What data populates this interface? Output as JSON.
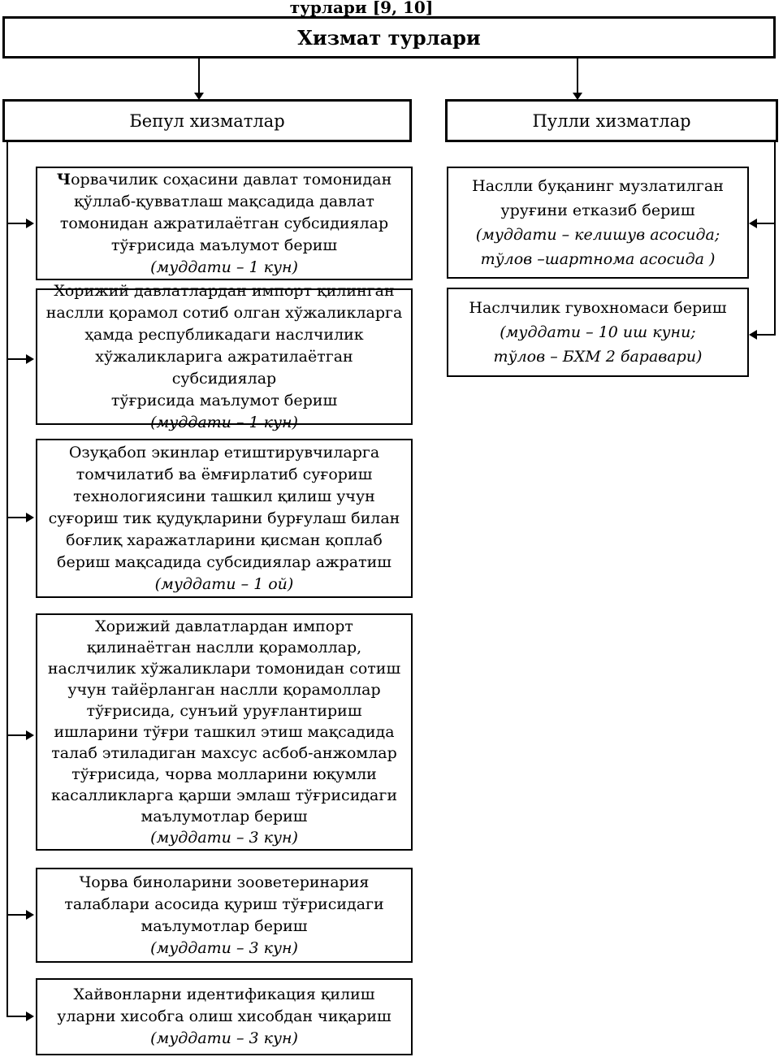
{
  "page": {
    "caption": "турлари [9, 10]",
    "title": "Хизмат турлари"
  },
  "colors": {
    "line": "#000000",
    "background": "#ffffff",
    "text": "#000000"
  },
  "columns": {
    "free": {
      "header": "Бепул хизматлар",
      "boxes": [
        {
          "lead": "Ч",
          "text": "орвачилик соҳасини давлат томонидан\nқўллаб-қувватлаш мақсадида давлат\nтомонидан ажратилаётган субсидиялар\nтўғрисида маълумот бериш",
          "note": "(муддати – 1 кун)"
        },
        {
          "text": "Хорижий давлатлардан импорт қилинган\nнаслли қорамол сотиб олган хўжаликларга\nҳамда республикадаги наслчилик\nхўжаликларига ажратилаётган субсидиялар\nтўғрисида маълумот бериш",
          "note": "(муддати – 1 кун)"
        },
        {
          "text": "Озуқабоп экинлар етиштирувчиларга\nтомчилатиб ва ёмғирлатиб суғориш\nтехнологиясини  ташкил қилиш учун\nсуғориш тик қудуқларини бурғулаш билан\nбоғлиқ харажатларини қисман қоплаб\nбериш мақсадида субсидиялар ажратиш",
          "note": "(муддати – 1 ой)"
        },
        {
          "text": "Хорижий давлатлардан импорт\nқилинаётган наслли қорамоллар,\nнаслчилик хўжаликлари томонидан сотиш\nучун тайёрланган наслли қорамоллар\nтўғрисида, сунъий уруғлантириш\nишларини тўғри ташкил этиш мақсадида\nталаб этиладиган махсус асбоб-анжомлар\nтўғрисида, чорва молларини юқумли\nкасалликларга қарши эмлаш тўғрисидаги\nмаълумотлар  бериш",
          "note": "(муддати – 3 кун)"
        },
        {
          "text": "Чорва биноларини зооветеринария\nталаблари асосида қуриш тўғрисидаги\nмаълумотлар бериш",
          "note": "(муддати – 3 кун)"
        },
        {
          "text": "Хайвонларни идентификация қилиш\nуларни хисобга олиш хисобдан чиқариш",
          "note": "(муддати – 3 кун)"
        }
      ]
    },
    "paid": {
      "header": "Пулли хизматлар",
      "boxes": [
        {
          "text": "Наслли буқанинг музлатилган\nуруғини етказиб бериш",
          "note": "(муддати – келишув асосида;\nтўлов –шартнома асосида )"
        },
        {
          "text": "Наслчилик гувохномаси бериш",
          "note": "(муддати – 10 иш куни;\nтўлов – БХМ 2 баравари)"
        }
      ]
    }
  }
}
